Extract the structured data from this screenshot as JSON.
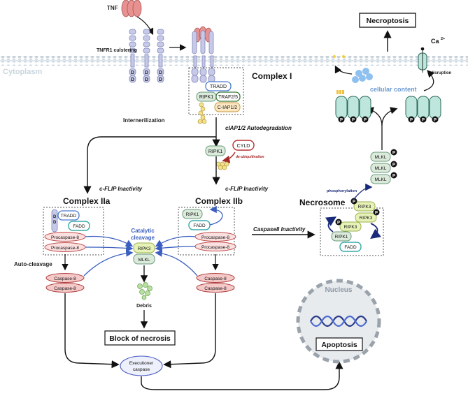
{
  "labels": {
    "tnf": "TNF",
    "tnfr1_clustering": "TNFR1 culstering",
    "cytoplasm": "Cytoplasm",
    "complex1": "Complex I",
    "internalization": "Internerilization",
    "ciap_autodeg": "cIAP1/2 Autodegradation",
    "cflip_left": "c-FLIP Inactivity",
    "cflip_right": "c-FLIP Inactivity",
    "complex2a": "Complex IIa",
    "complex2b": "Complex IIb",
    "catalytic": "Catalytic",
    "cleavage": "cleavage",
    "auto_cleavage": "Auto-cleavage",
    "debris": "Debris",
    "block_necrosis": "Block of necrosis",
    "executioner1": "Executioner",
    "executioner2": "caspase",
    "caspase8_inactivity": "Caspase8 Inactivity",
    "necrosome": "Necrosome",
    "phosphorylation": "phosphorylation",
    "necroptosis": "Necroptosis",
    "ca": "Ca",
    "ca_sup": "2+",
    "disruption": "disruption",
    "cellular_content": "cellular content",
    "nucleus": "Nucleus",
    "apoptosis": "Apoptosis",
    "de_ubiquitination": "de-ubiquitination"
  },
  "proteins": {
    "tradd": "TRADD",
    "ripk1": "RIPK1",
    "traf": "TRAF2/5",
    "ciap": "C-IAP1/2",
    "cyld": "CYLD",
    "fadd": "FADD",
    "procaspase8": "Procaspase-8",
    "caspase8": "Caspase-8",
    "ripk3": "RIPK3",
    "mlkl": "MLKL",
    "dd": "D",
    "p": "P"
  }
}
